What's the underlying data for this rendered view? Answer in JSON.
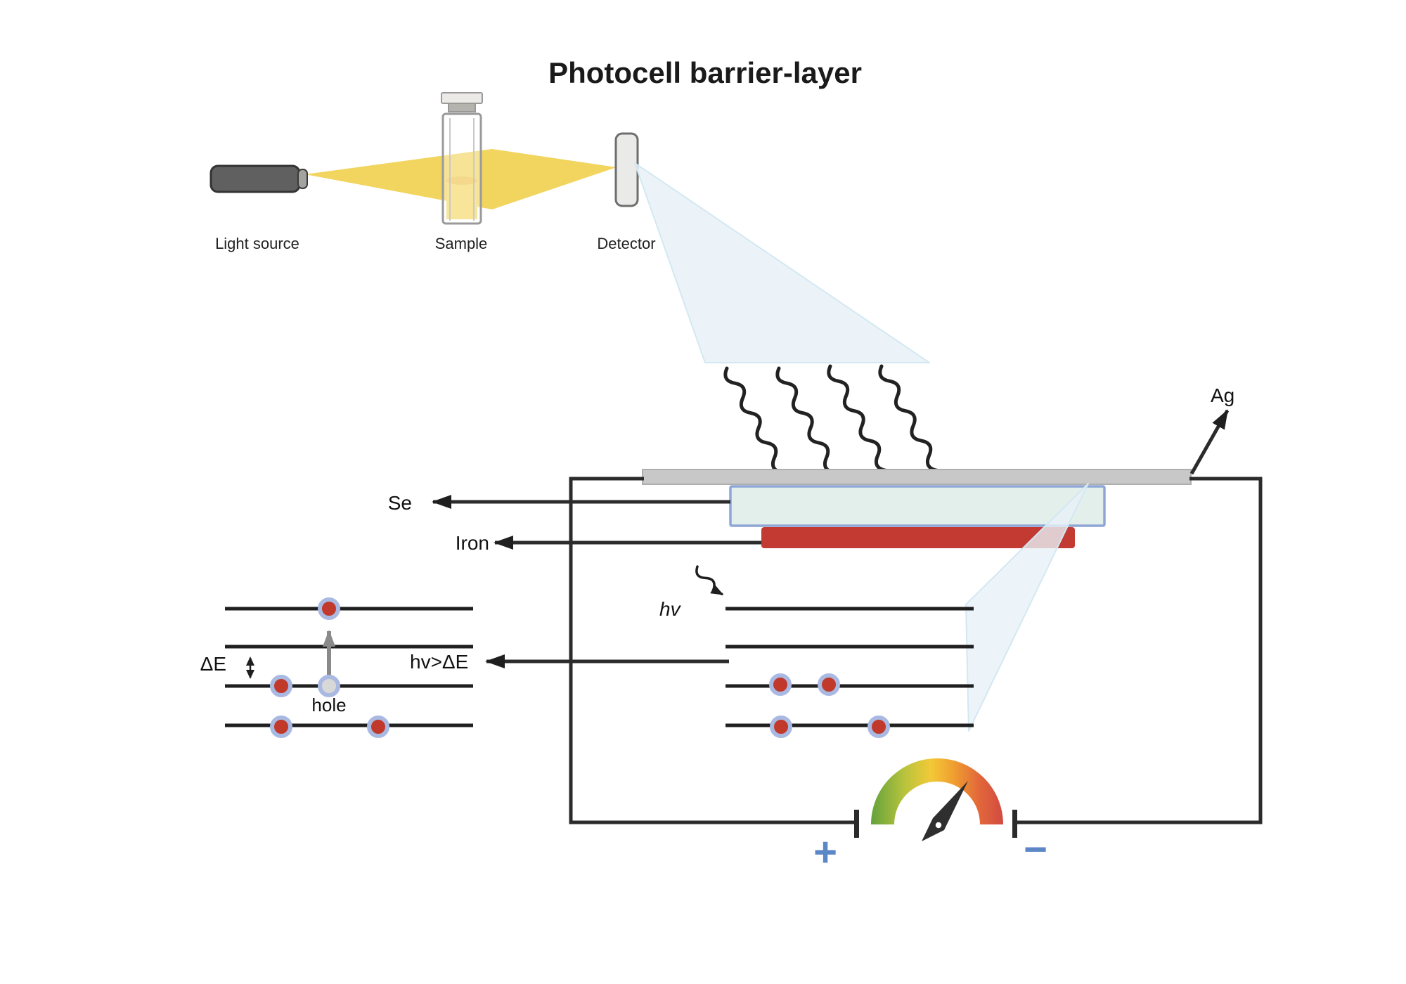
{
  "title": "Photocell barrier-layer",
  "apparatus": {
    "light_source_label": "Light source",
    "sample_label": "Sample",
    "detector_label": "Detector"
  },
  "photocell": {
    "silver_label": "Ag",
    "selenium_label": "Se",
    "iron_label": "Iron"
  },
  "energy_levels": {
    "delta_e_label": "ΔE",
    "hole_label": "hole",
    "condition_label": "hv>ΔE",
    "photon_label": "hv"
  },
  "circuit": {
    "positive_label": "+",
    "negative_label": "−"
  },
  "colors": {
    "beam_yellow": "#f1d55e",
    "cone_blue": "#e7f1f8",
    "silver_gray": "#c8c8c8",
    "selenium_fill": "#e3efeb",
    "selenium_border": "#8ea5d6",
    "iron_red": "#c23a31",
    "electron_red": "#c0392b",
    "electron_ring": "#a9b9e2",
    "hole_fill": "#d8d8d8",
    "terminal_blue": "#5b87c7",
    "gauge_green": "#69a33e",
    "gauge_yellow": "#f2c937",
    "gauge_red": "#d14a41",
    "wire_black": "#2b2b2b"
  }
}
